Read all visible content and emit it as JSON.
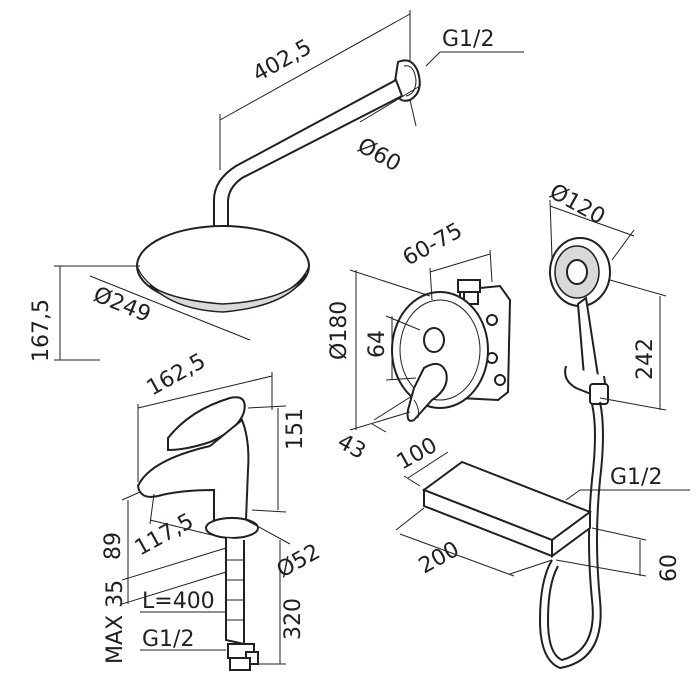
{
  "dimensions": {
    "arm_length": "402,5",
    "arm_thread": "G1/2",
    "flange_diameter": "Ø60",
    "head_diameter": "Ø249",
    "head_drop": "167,5",
    "mixer_diameter": "Ø180",
    "box_depth": "60-75",
    "axis_offset": "64",
    "plate_depth": "43",
    "hand_diameter": "Ø120",
    "hand_length": "242",
    "hose_thread": "G1/2",
    "shelf_depth": "100",
    "shelf_width": "200",
    "shelf_height": "60",
    "basin_reach": "162,5",
    "basin_height": "151",
    "basin_spout": "117,5",
    "basin_base": "Ø52",
    "basin_spout_height": "89",
    "max_thickness": "MAX 35",
    "hose_length": "L=400",
    "basin_thread": "G1/2",
    "basin_tail": "320"
  }
}
